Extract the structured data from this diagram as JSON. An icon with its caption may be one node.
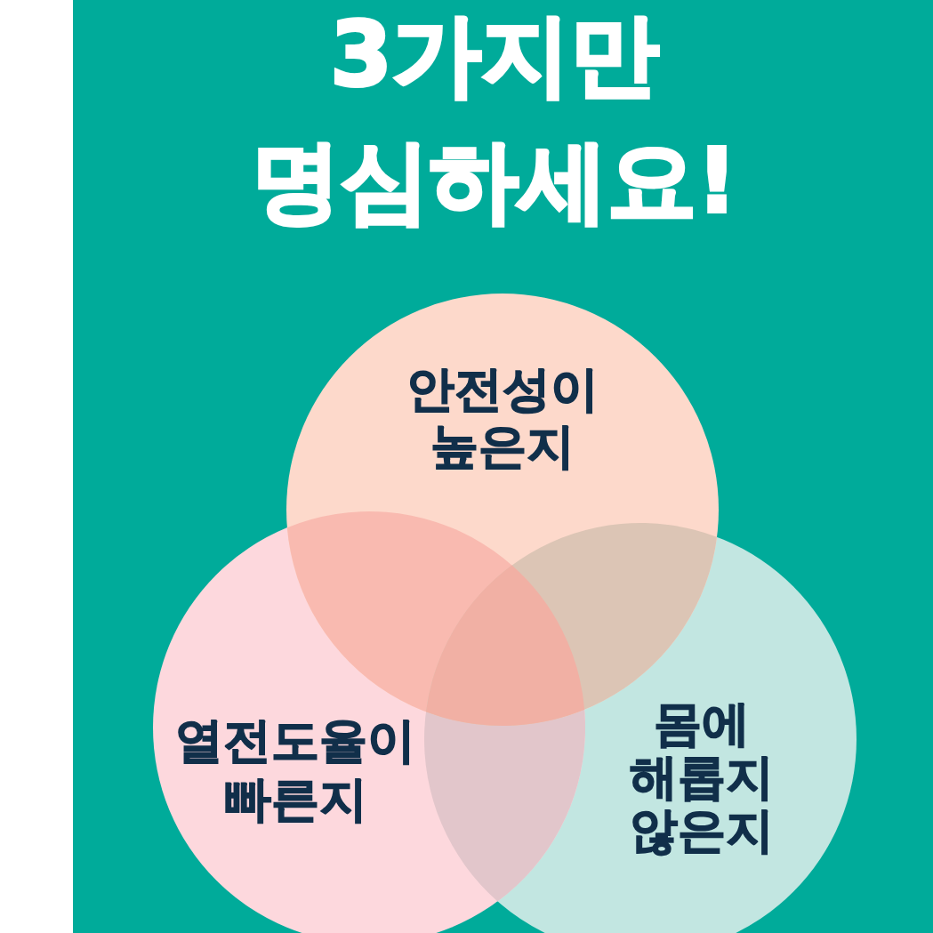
{
  "diagram": {
    "title": "3가지만 명심하세요!",
    "nodes": [
      {
        "text": [
          "안전성이 높은지"
        ]
      },
      {
        "text": [
          "열전도율이 빠른지"
        ]
      },
      {
        "text": [
          "몸에 해롭지 않은지"
        ]
      }
    ]
  }
}
